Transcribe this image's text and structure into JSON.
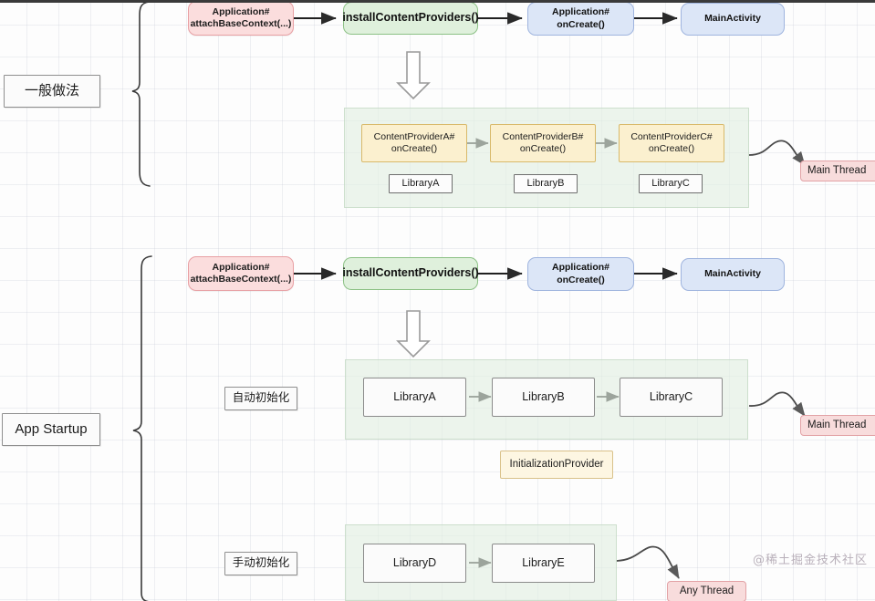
{
  "watermark": "@稀土掘金技术社区",
  "sections": [
    {
      "label": "一般做法"
    },
    {
      "label": "App Startup"
    }
  ],
  "section_sub_labels": {
    "auto": "自动初始化",
    "manual": "手动初始化"
  },
  "row_common": {
    "attach_base_context": "Application#\nattachBaseContext(...)",
    "install_content_providers": "installContentProviders()",
    "application_oncreate": "Application#\nonCreate()",
    "main_activity": "MainActivity"
  },
  "legacy_panel": {
    "providers": [
      {
        "title": "ContentProviderA#\nonCreate()",
        "library": "LibraryA"
      },
      {
        "title": "ContentProviderB#\nonCreate()",
        "library": "LibraryB"
      },
      {
        "title": "ContentProviderC#\nonCreate()",
        "library": "LibraryC"
      }
    ],
    "thread": "Main Thread"
  },
  "startup_auto_panel": {
    "libraries": [
      "LibraryA",
      "LibraryB",
      "LibraryC"
    ],
    "provider": "InitializationProvider",
    "thread": "Main Thread"
  },
  "startup_manual_panel": {
    "libraries": [
      "LibraryD",
      "LibraryE"
    ],
    "thread": "Any Thread"
  },
  "colors": {
    "red_fill": "#fbdddd",
    "red_border": "#e8a0a4",
    "green_fill": "#dff0dc",
    "green_border": "#8cc185",
    "blue_fill": "#dce6f7",
    "blue_border": "#9fb4de",
    "yellow_fill": "#fbf0cf",
    "yellow_border": "#d8b96a",
    "panel_fill": "#e2efe2",
    "watermark": "#b9b0ba"
  }
}
